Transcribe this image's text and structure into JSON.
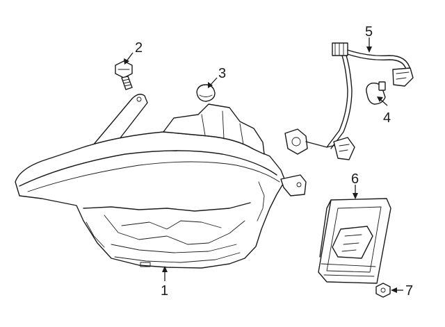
{
  "callouts": [
    "1",
    "2",
    "3",
    "4",
    "5",
    "6",
    "7"
  ]
}
